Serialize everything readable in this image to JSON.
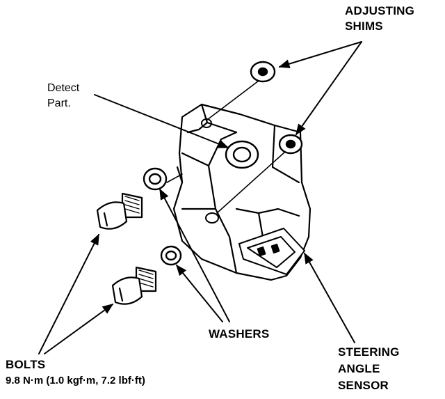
{
  "labels": {
    "adjusting_shims": [
      "ADJUSTING",
      "SHIMS"
    ],
    "detect_part": [
      "Detect",
      "Part."
    ],
    "washers": "WASHERS",
    "bolts": "BOLTS",
    "bolt_torque": "9.8 N·m (1.0 kgf·m, 7.2 lbf·ft)",
    "sensor": [
      "STEERING",
      "ANGLE",
      "SENSOR"
    ]
  }
}
